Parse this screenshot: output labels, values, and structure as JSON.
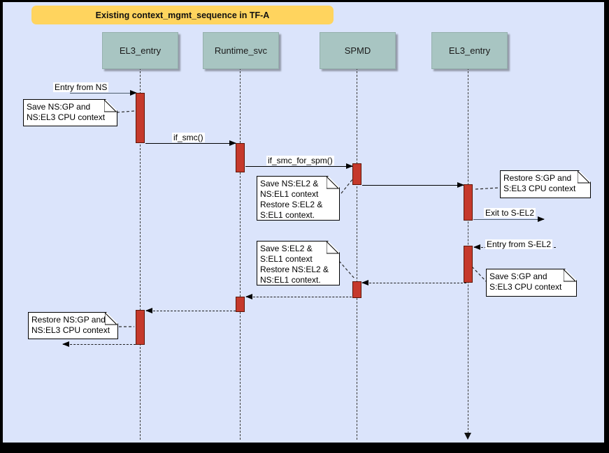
{
  "title": "Existing context_mgmt_sequence in TF-A",
  "actors": [
    {
      "label": "EL3_entry"
    },
    {
      "label": "Runtime_svc"
    },
    {
      "label": "SPMD"
    },
    {
      "label": "EL3_entry"
    }
  ],
  "messages": {
    "entry_from_ns": "Entry from NS",
    "if_smc": "if_smc()",
    "if_smc_for_spm": "if_smc_for_spm()",
    "exit_to_s_el2": "Exit to S-EL2",
    "entry_from_s_el2": "Entry from S-EL2"
  },
  "notes": {
    "save_ns_gp": "Save NS:GP and\nNS:EL3 CPU context",
    "save_ns_el2": "Save NS:EL2 &\nNS:EL1 context\nRestore S:EL2 &\nS:EL1 context.",
    "restore_s_gp": "Restore S:GP and\nS:EL3 CPU context",
    "save_s_gp": "Save S:GP and\nS:EL3 CPU context",
    "save_s_el2": "Save S:EL2 &\nS:EL1 context\nRestore NS:EL2 &\nNS:EL1 context.",
    "restore_ns_gp": "Restore NS:GP and\nNS:EL3 CPU context"
  },
  "colors": {
    "background": "#dbe4fb",
    "frame": "#000000",
    "title_bg": "#ffd45e",
    "actor_bg": "#a8c5c2",
    "activation_bar": "#c5392b",
    "note_bg": "#ffffff"
  }
}
